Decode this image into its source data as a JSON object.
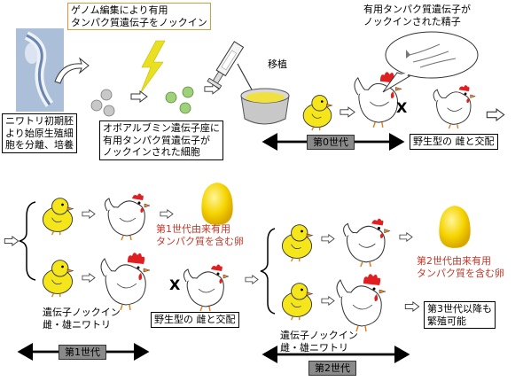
{
  "labels": {
    "genome_editing": "ゲノム編集により有用\nタンパク質遺伝子をノックイン",
    "knockin_sperm": "有用タンパク質遺伝子が\nノックインされた精子",
    "transplant": "移植",
    "pgc_culture": "ニワトリ初期胚\nより始原生殖細\n胞を分離、培養",
    "ovalbumin_cells": "オボアルブミン遺伝子座に\n有用タンパク質遺伝子が\nノックインされた細胞",
    "mating_wild_hen_1": "野生型の 雌と交配",
    "egg_gen1": "第1世代由来有用\nタンパク質を含む卵",
    "knockin_chickens_1": "遺伝子ノックイン\n雌・雄ニワトリ",
    "mating_wild_hen_2": "野生型の 雌と交配",
    "egg_gen2": "第2世代由来有用\nタンパク質を含む卵",
    "knockin_chickens_2": "遺伝子ノックイン\n雌・雄ニワトリ",
    "third_gen": "第3世代以降も\n繁殖可能",
    "cross_1": "X",
    "cross_2": "X"
  },
  "generations": {
    "gen0": "第0世代",
    "gen1": "第1世代",
    "gen2": "第2世代"
  },
  "colors": {
    "chick": "#f5e61c",
    "egg": "#f5d400",
    "red_text": "#c0392b",
    "lightning": "#e8e020",
    "cell_gray": "#c8c8c8",
    "cell_green": "#9fd07a",
    "dish_yellow": "#f0e040",
    "comb": "#e02020",
    "gen_label_bg": "#8a8a8a"
  },
  "icons": [
    "embryo-photo",
    "curved-arrow-icon",
    "lightning-icon",
    "syringe-icon",
    "petri-dish-icon",
    "chick-icon",
    "hen-icon",
    "rooster-icon",
    "speech-bubble-icon",
    "egg-icon",
    "brace-icon",
    "double-arrow-icon"
  ]
}
